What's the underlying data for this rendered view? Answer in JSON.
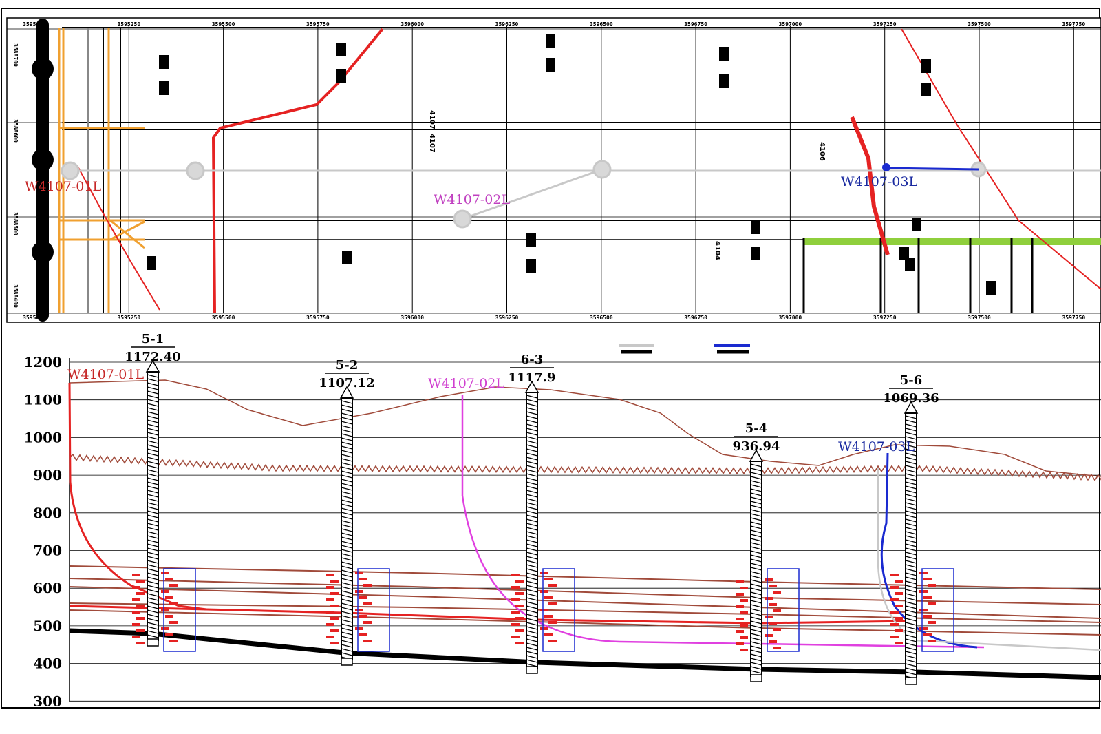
{
  "plan_view": {
    "top_coords": [
      "3595000",
      "3595250",
      "3595500",
      "3595750",
      "3596000",
      "3596250",
      "3596500",
      "3596750",
      "3597000",
      "3597250",
      "3597500",
      "3597750"
    ],
    "bottom_coords": [
      "3595000",
      "3595250",
      "3595500",
      "3595750",
      "3596000",
      "3596250",
      "3596500",
      "3596750",
      "3597000",
      "3597250",
      "3597500",
      "3597750"
    ],
    "left_coords": [
      "3588700",
      "3588600",
      "3588500",
      "3588400"
    ],
    "wells": [
      {
        "id": "w1",
        "label": "W4107-01L",
        "color": "#c62828"
      },
      {
        "id": "w2",
        "label": "W4107-02L",
        "color": "#c040c0"
      },
      {
        "id": "w3",
        "label": "W4107-03L",
        "color": "#1a2aa0"
      }
    ],
    "vertical_texts": [
      "4107",
      "4107",
      "4106",
      "4104"
    ]
  },
  "section_view": {
    "y_axis_values": [
      1200,
      1100,
      1000,
      900,
      800,
      700,
      600,
      500,
      400,
      300
    ],
    "boreholes": [
      {
        "name": "5-1",
        "elevation": "1172.40"
      },
      {
        "name": "5-2",
        "elevation": "1107.12"
      },
      {
        "name": "6-3",
        "elevation": "1117.9"
      },
      {
        "name": "5-4",
        "elevation": "936.94"
      },
      {
        "name": "5-6",
        "elevation": "1069.36"
      }
    ],
    "wells": [
      {
        "id": "w1",
        "label": "W4107-01L",
        "color": "#c62828"
      },
      {
        "id": "w2",
        "label": "W4107-02L",
        "color": "#d040d0"
      },
      {
        "id": "w3",
        "label": "W4107-03L",
        "color": "#1a2aa0"
      }
    ],
    "legend": [
      {
        "name": "gray-line",
        "color": "#c8c8c8"
      },
      {
        "name": "blue-line",
        "color": "#1a2ad0"
      }
    ]
  },
  "colors": {
    "red": "#e52222",
    "orange": "#f0a030",
    "green": "#8fcf3c",
    "brown": "#a04a3a",
    "black": "#000000"
  }
}
